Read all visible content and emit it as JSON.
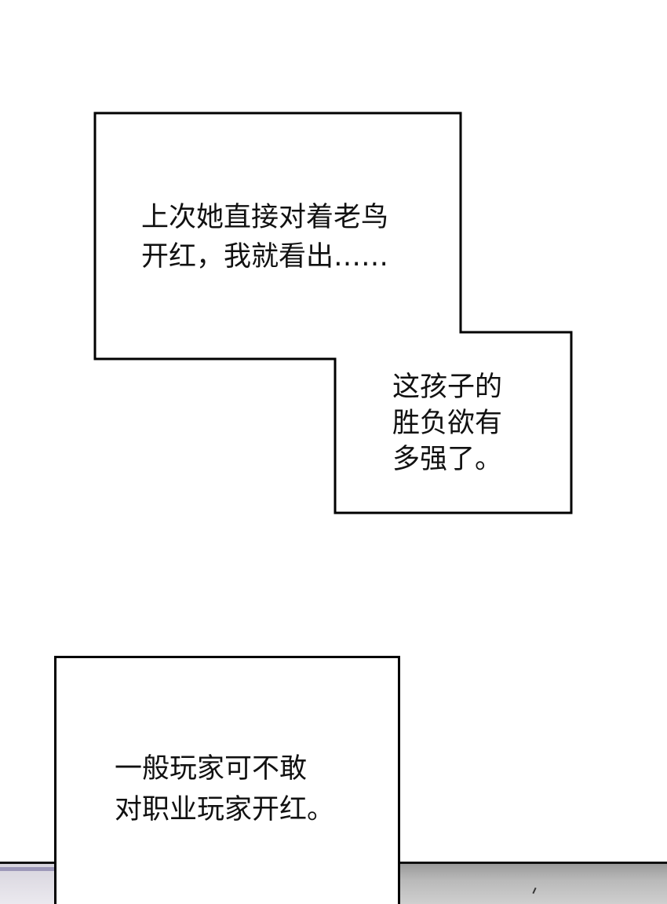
{
  "captions": [
    {
      "lines": [
        "上次她直接对着老鸟",
        "开红，我就看出……"
      ]
    },
    {
      "lines": [
        "这孩子的",
        "胜负欲有",
        "多强了。"
      ]
    },
    {
      "lines": [
        "一般玩家可不敢",
        "对职业玩家开红。"
      ]
    }
  ],
  "colors": {
    "background": "#ffffff",
    "border": "#000000",
    "text": "#111111"
  }
}
